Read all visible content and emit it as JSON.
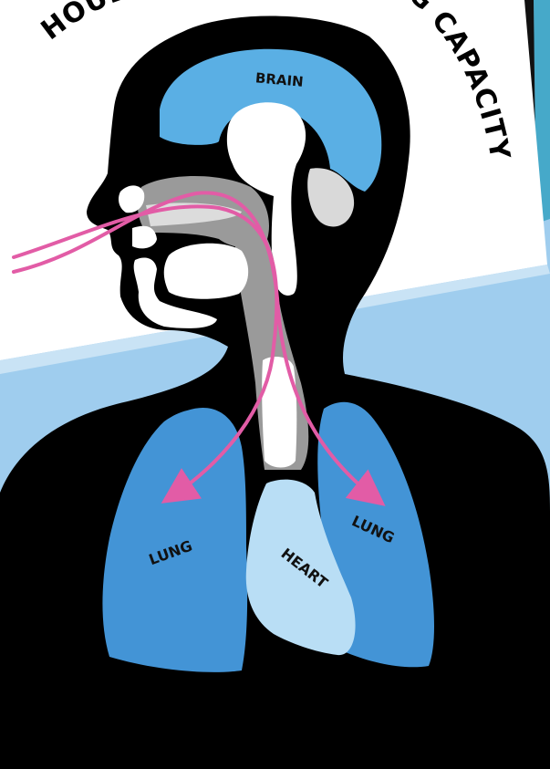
{
  "title": {
    "left_fragment": "HOUDI",
    "right_fragment": "NG CAPACITY"
  },
  "labels": {
    "brain": "BRAIN",
    "lung_left": "LUNG",
    "lung_right": "LUNG",
    "heart": "HEART"
  },
  "colors": {
    "background": "#9fcdee",
    "paper": "#ffffff",
    "silhouette": "#000000",
    "brain": "#5aafe4",
    "lung": "#4394d6",
    "heart": "#b9def5",
    "airway": "#9a9a9a",
    "arrow": "#e25ca6",
    "teal_panel": "#46a9c9"
  }
}
